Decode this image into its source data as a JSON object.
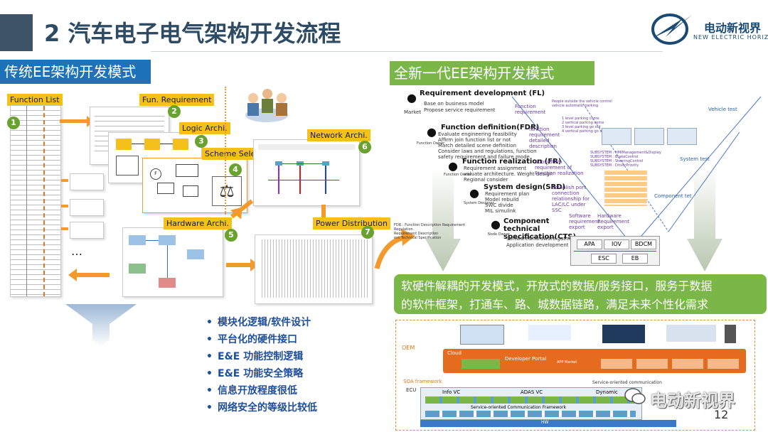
{
  "header": {
    "title": "2 汽车电子电气架构开发流程",
    "logo_name": "电动新视界",
    "logo_sub": "NEW ELECTRIC HORIZON"
  },
  "left": {
    "section_title": "传统EE架构开发模式",
    "tags": {
      "function_list": "Function List",
      "fun_req": "Fun. Requirement",
      "logic": "Logic Archi.",
      "scheme": "Scheme Select",
      "network": "Network Archi.",
      "hardware": "Hardware Archi.",
      "power": "Power Distribution"
    },
    "numbers": [
      "1",
      "2",
      "3",
      "4",
      "5",
      "6",
      "7"
    ],
    "ellipsis": "…",
    "bullets": [
      "模块化逻辑/软件设计",
      "平台化的硬件接口",
      "E&E 功能控制逻辑",
      "E&E 功能安全策略",
      "信息开放程度很低",
      "网络安全的等级比较低"
    ],
    "bullet_dot": "•"
  },
  "right": {
    "section_title": "全新一代EE架构开发模式",
    "steps": [
      {
        "title": "Requirement development  (FL)",
        "role": "Market",
        "desc": [
          "Base on business model",
          "Propose service requirement"
        ]
      },
      {
        "title": "Function definition(FDR)",
        "role": "Function Owner",
        "desc": [
          "Evaluate engineering feasibility",
          "Affirm join function list or not",
          "March detailed scene definition",
          "Consider laws and regulations,   function",
          "safety requirement and failure mode"
        ]
      },
      {
        "title": "Function realization (FR)",
        "role": "Function Owner",
        "desc": [
          "Requirement assignment",
          "valuate architecture.  Weight design",
          "Regional consider"
        ]
      },
      {
        "title": "System design(SRD)",
        "role": "System Designer",
        "desc": [
          "Requirement plan",
          "Model rebuild",
          "SWC divide",
          "MIL simulink"
        ]
      },
      {
        "title": "Component technical specification(CTS)",
        "role": "Node Owner",
        "desc": [
          "Software&hardware gather,",
          "Application development"
        ]
      }
    ],
    "purple_notes": [
      "Function requirement",
      "function requirement detailed description",
      "Subsystem requirement of Function realization",
      "Establish port connection relationship for LAC/LC under SSC",
      "Software requirement export",
      "Hardware Requirement export"
    ],
    "v_labels": [
      "Vehicle test",
      "System test",
      "Component tet"
    ],
    "scenario_notes": [
      "People outside the vehicle control vehicle automatic parking",
      "1 level parking come",
      "2 vertical parking come",
      "3 level parking go out",
      "4 vertical parking go out"
    ],
    "subsystems": [
      "SUBSYSTEM : HMIManagement&Display",
      "SUBSYSTEM : BrakeControl",
      "SUBSYSTEM : SteeringControl",
      "SUBSYSTEM : DriverPriority"
    ],
    "ecus": [
      "APA",
      "IOV",
      "BDCM",
      "ESC",
      "EB"
    ],
    "fdr_legend": [
      "FDR : Function Description Requirement",
      "        Regulation",
      "        Requirement Description",
      "        ent Technical Specification"
    ],
    "green_text_1": "软硬件解耦的开发模式，开放式的数据/服务接口，服务于数据",
    "green_text_2": "的软件框架，打通车、路、城数据链路，满足未来个性化需求",
    "soa": {
      "oem": "OEM",
      "cloud": "Cloud",
      "developer_portal": "Developer Portal",
      "app_market": "APP Market",
      "soa_framework": "SOA framework",
      "service_comm": "Service-oriented communication",
      "ecu": "ECU",
      "infovc": "Info VC",
      "adasvc": "ADAS VC",
      "dynamic": "Dynamic",
      "soc_layer": "Service-oriented Communication Framework",
      "hw": "HW"
    }
  },
  "footer": {
    "watermark": "电动新视界",
    "page_number": "12"
  },
  "colors": {
    "title": "#2d4b63",
    "left_section": "#1e73b8",
    "right_section": "#7ab648",
    "tag": "#f3c11a",
    "accent_orange": "#f29a2e",
    "bullet_blue": "#1f4e9a"
  }
}
